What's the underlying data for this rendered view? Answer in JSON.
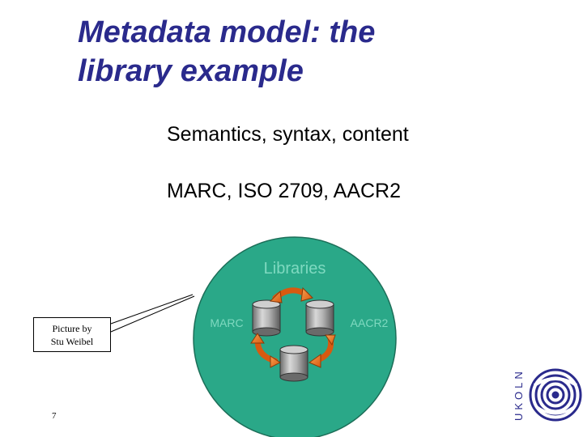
{
  "slide": {
    "title_line1": "Metadata model: the",
    "title_line2": "library example",
    "subtitle1": "Semantics, syntax, content",
    "subtitle2": "MARC, ISO 2709, AACR2",
    "number": "7"
  },
  "diagram": {
    "circle_label": "Libraries",
    "left_label": "MARC",
    "right_label": "AACR2"
  },
  "callout": {
    "line1": "Picture by",
    "line2": "Stu Weibel"
  },
  "logo": {
    "text": "UKOLN"
  },
  "colors": {
    "title": "#2a2a8c",
    "circle_fill": "#2aa888",
    "circle_label": "#7fd9c0",
    "arrow": "#f07a20",
    "logo": "#2a2a8c"
  }
}
